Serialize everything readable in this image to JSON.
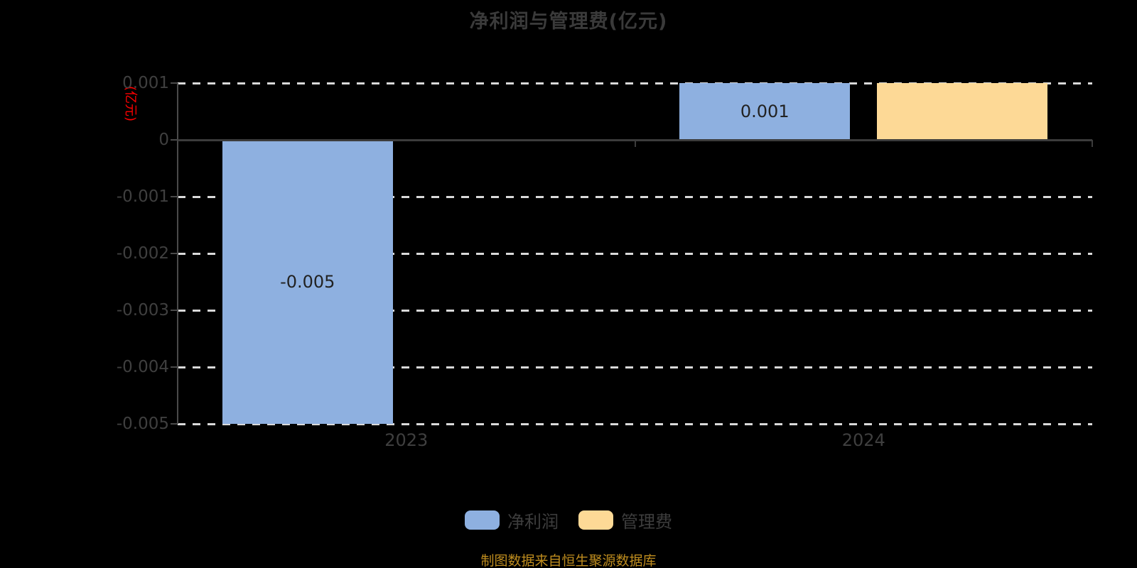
{
  "header": {
    "title": "净利润与管理费(亿元)"
  },
  "axis": {
    "y_unit": "(亿元)"
  },
  "legend": {
    "items": [
      {
        "label": "净利润",
        "color": "#8EB0E0"
      },
      {
        "label": "管理费",
        "color": "#FDD996"
      }
    ]
  },
  "footer": {
    "text": "制图数据来自恒生聚源数据库"
  },
  "chart_data": {
    "type": "bar",
    "title": "净利润与管理费(亿元)",
    "ylabel": "(亿元)",
    "categories": [
      "2023",
      "2024"
    ],
    "series": [
      {
        "name": "净利润",
        "color": "#8EB0E0",
        "values": [
          -0.005,
          0.001
        ],
        "labels": [
          "-0.005",
          "0.001"
        ]
      },
      {
        "name": "管理费",
        "color": "#FDD996",
        "values": [
          0,
          0.001
        ],
        "labels": [
          "",
          ""
        ]
      }
    ],
    "ylim": [
      -0.005,
      0.001
    ],
    "yticks": [
      "0.001",
      "0",
      "-0.001",
      "-0.002",
      "-0.003",
      "-0.004",
      "-0.005"
    ],
    "grid": true,
    "legend_position": "bottom",
    "source_note": "制图数据来自恒生聚源数据库"
  },
  "colors": {
    "background": "#000000",
    "title_text": "#3A3A3A",
    "axis_text": "#3F3F3F",
    "bar_label_text": "#222222",
    "gridline": "#D9D9D9",
    "zero_line": "#3C3C3C",
    "y_axis_line": "#4A4A4A",
    "net_profit_blue": "#8EB0E0",
    "management_fee_orange": "#FDD996",
    "unit_red": "#FF0000",
    "footer_gold": "#BE8C1E"
  }
}
